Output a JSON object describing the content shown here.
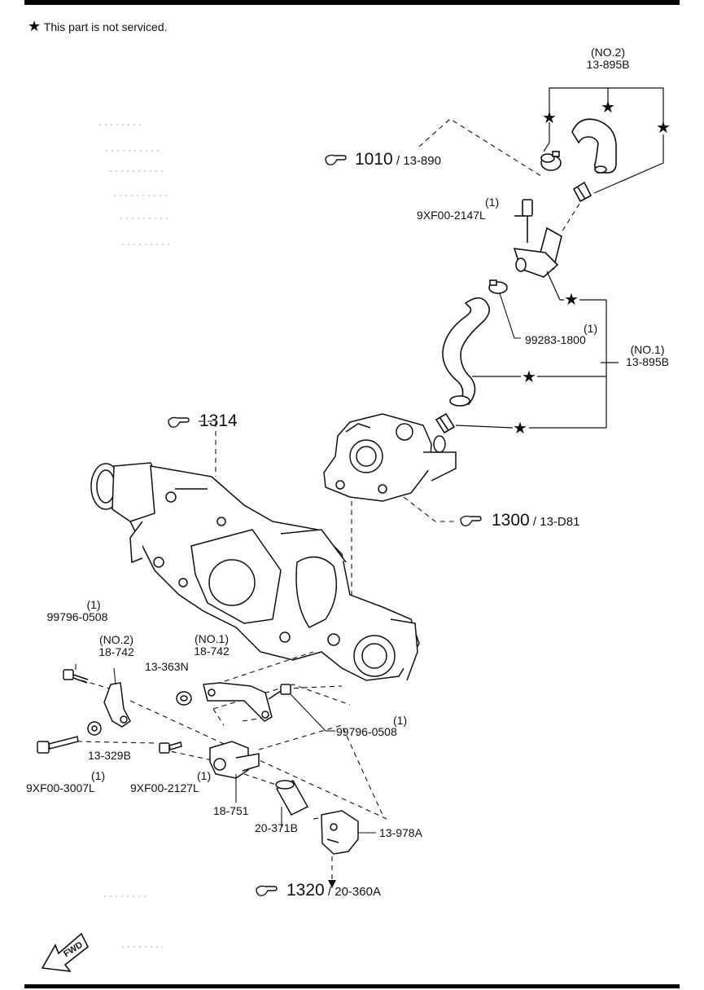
{
  "note": {
    "star": "★",
    "text": "This part is not serviced."
  },
  "refs": [
    {
      "id": "1010",
      "sub": "13-890"
    },
    {
      "id": "1314",
      "sub": ""
    },
    {
      "id": "1300",
      "sub": "13-D81"
    },
    {
      "id": "1320",
      "sub": "20-360A"
    }
  ],
  "parts": {
    "hose_no2_qual": "(NO.2)",
    "hose_no2": "13-895B",
    "bolt_top_qty": "(1)",
    "bolt_top": "9XF00-2147L",
    "clamp_qty": "(1)",
    "clamp": "99283-1800",
    "hose_no1_qual": "(NO.1)",
    "hose_no1": "13-895B",
    "bolt_a_qty": "(1)",
    "bolt_a": "99796-0508",
    "bracket_no2_qual": "(NO.2)",
    "bracket_no2": "18-742",
    "bracket_no1_qual": "(NO.1)",
    "bracket_no1": "18-742",
    "grommet": "13-363N",
    "bolt_b_qty": "(1)",
    "bolt_b": "99796-0508",
    "washer": "13-329B",
    "bolt_c_qty": "(1)",
    "bolt_c": "9XF00-3007L",
    "bolt_d_qty": "(1)",
    "bolt_d": "9XF00-2127L",
    "sensor": "18-751",
    "sleeve": "20-371B",
    "bracket_mount": "13-978A"
  },
  "fwd": "FWD"
}
